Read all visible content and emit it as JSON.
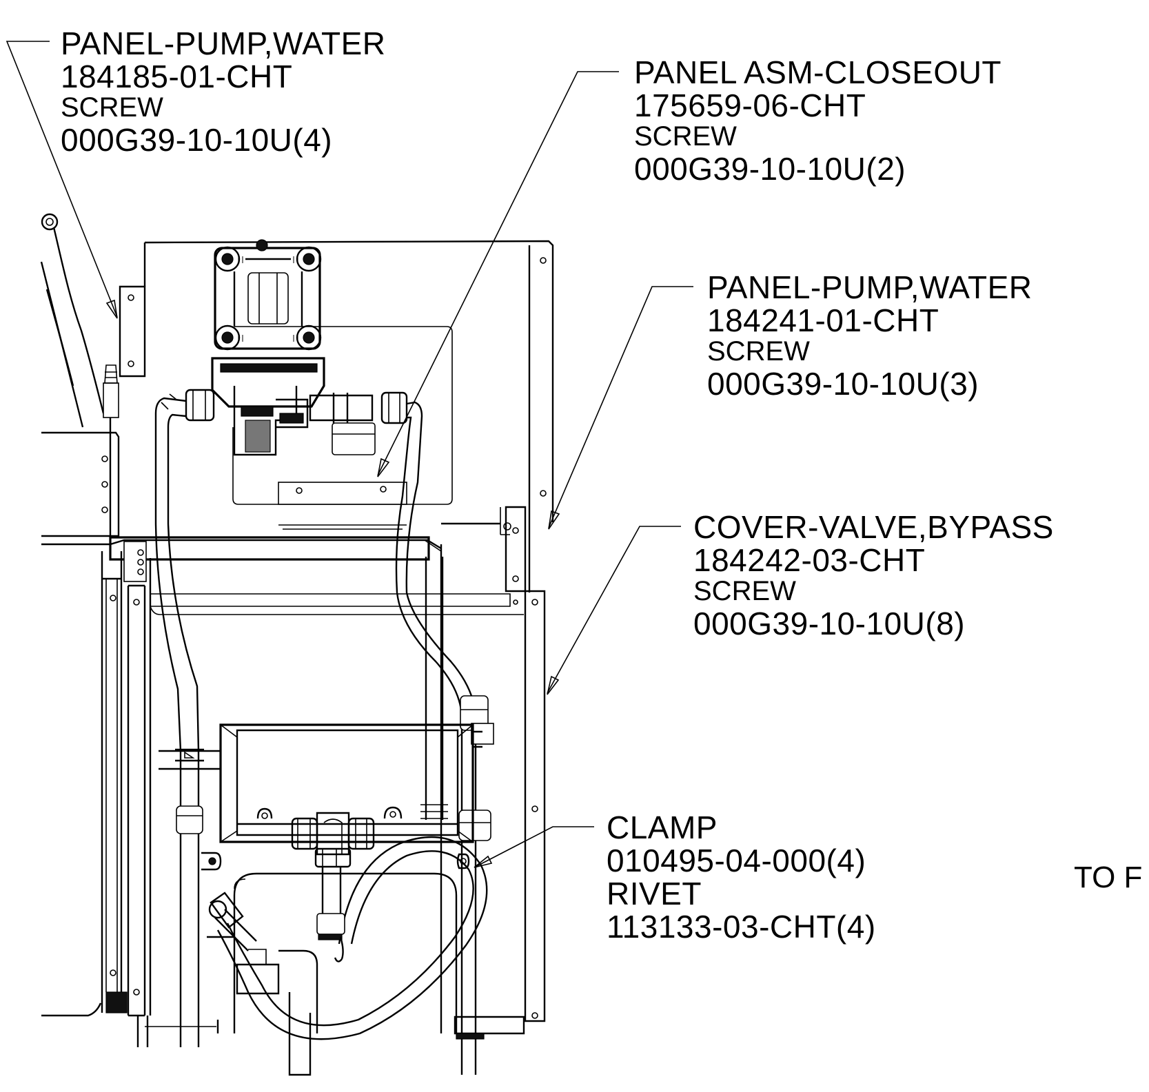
{
  "callouts": [
    {
      "id": "panel-pump-water-left",
      "name": "PANEL-PUMP,WATER",
      "part_number": "184185-01-CHT",
      "fastener_name": "SCREW",
      "fastener_part": "000G39-10-10U(4)"
    },
    {
      "id": "panel-asm-closeout",
      "name": "PANEL ASM-CLOSEOUT",
      "part_number": "175659-06-CHT",
      "fastener_name": "SCREW",
      "fastener_part": "000G39-10-10U(2)"
    },
    {
      "id": "panel-pump-water-right",
      "name": "PANEL-PUMP,WATER",
      "part_number": "184241-01-CHT",
      "fastener_name": "SCREW",
      "fastener_part": "000G39-10-10U(3)"
    },
    {
      "id": "cover-valve-bypass",
      "name": "COVER-VALVE,BYPASS",
      "part_number": "184242-03-CHT",
      "fastener_name": "SCREW",
      "fastener_part": "000G39-10-10U(8)"
    },
    {
      "id": "clamp",
      "name": "CLAMP",
      "part_number": "010495-04-000(4)",
      "fastener_name": "RIVET",
      "fastener_part": "113133-03-CHT(4)"
    }
  ],
  "edge_note": "TO F"
}
